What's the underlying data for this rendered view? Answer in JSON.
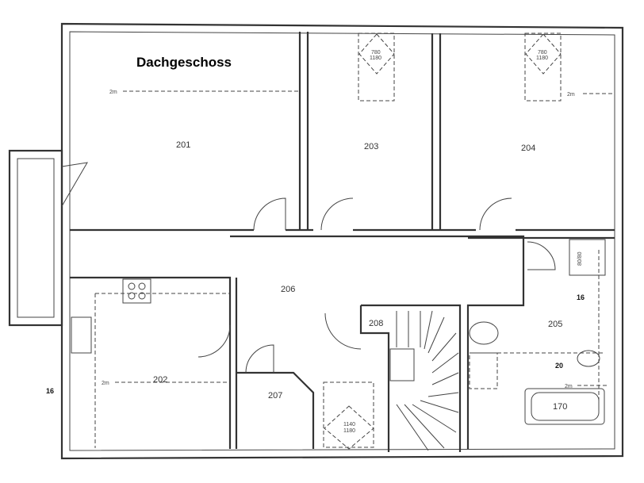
{
  "title": "Dachgeschoss",
  "rooms": {
    "r201": "201",
    "r202": "202",
    "r203": "203",
    "r204": "204",
    "r205": "205",
    "r206": "206",
    "r207": "207",
    "r208": "208"
  },
  "clearances": [
    "2m",
    "2m",
    "2m",
    "2m"
  ],
  "windows": {
    "w203": {
      "top": "780",
      "bottom": "1180"
    },
    "w204": {
      "top": "780",
      "bottom": "1180"
    },
    "w_stair": {
      "top": "1140",
      "bottom": "1180"
    }
  },
  "fixtures": {
    "shower": "80/80",
    "bathtub": "170"
  },
  "pipe_sizes": {
    "kitchen": "16",
    "bath_vertical": "16",
    "bath_horizontal": "20"
  }
}
